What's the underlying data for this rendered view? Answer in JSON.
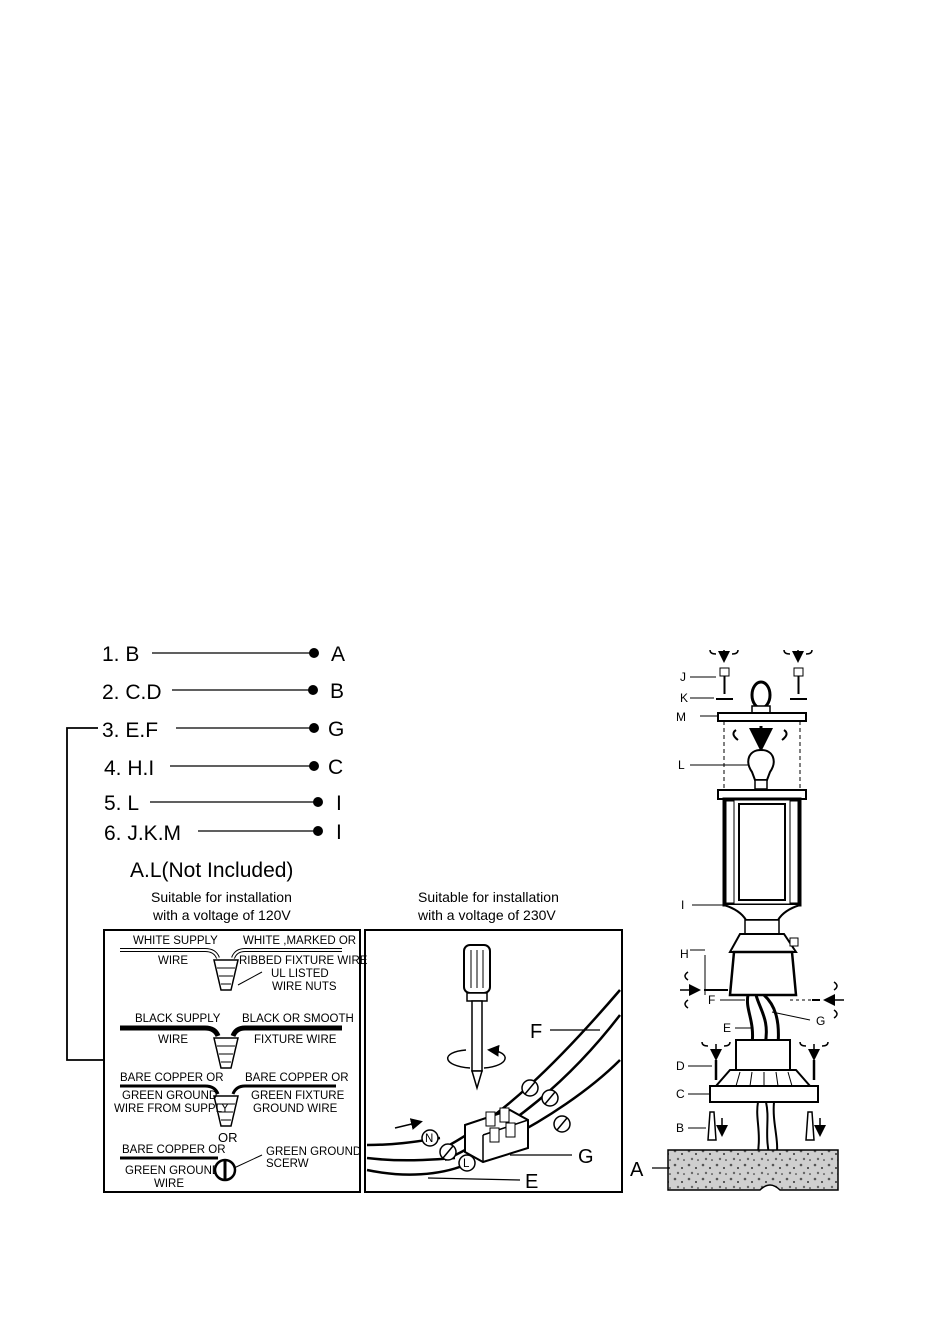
{
  "steps": [
    {
      "left": "1. B",
      "right": "A"
    },
    {
      "left": "2. C.D",
      "right": "B"
    },
    {
      "left": "3. E.F",
      "right": "G"
    },
    {
      "left": "4. H.I",
      "right": "C"
    },
    {
      "left": "5. L",
      "right": "I"
    },
    {
      "left": "6. J.K.M",
      "right": "I"
    }
  ],
  "not_included": "A.L(Not Included)",
  "panel120": {
    "caption_line1": "Suitable for installation",
    "caption_line2": "with a voltage of 120V",
    "white_supply_1": "WHITE SUPPLY",
    "white_supply_2": "WIRE",
    "white_fixture_1": "WHITE ,MARKED OR",
    "white_fixture_2": "RIBBED FIXTURE WIRE",
    "ul_1": "UL LISTED",
    "ul_2": "WIRE NUTS",
    "black_supply_1": "BLACK SUPPLY",
    "black_supply_2": "WIRE",
    "black_fixture_1": "BLACK OR SMOOTH",
    "black_fixture_2": "FIXTURE WIRE",
    "bare_supply_1": "BARE COPPER OR",
    "bare_supply_2": "GREEN GROUND",
    "bare_supply_3": "WIRE FROM SUPPLY",
    "bare_fixture_1": "BARE COPPER OR",
    "bare_fixture_2": "GREEN FIXTURE",
    "bare_fixture_3": "GROUND WIRE",
    "or": "OR",
    "bare_ground_1": "BARE COPPER OR",
    "bare_ground_2": "GREEN GROUND",
    "bare_ground_3": "WIRE",
    "screw_1": "GREEN GROUND",
    "screw_2": "SCERW"
  },
  "panel230": {
    "caption_line1": "Suitable for installation",
    "caption_line2": "with a voltage of 230V",
    "label_f": "F",
    "label_g": "G",
    "label_e": "E",
    "terminal_n": "N",
    "terminal_l": "L"
  },
  "lamp_parts": {
    "j": "J",
    "k": "K",
    "m": "M",
    "l": "L",
    "i": "I",
    "h": "H",
    "f": "F",
    "g": "G",
    "e": "E",
    "d": "D",
    "c": "C",
    "b": "B",
    "a": "A"
  }
}
